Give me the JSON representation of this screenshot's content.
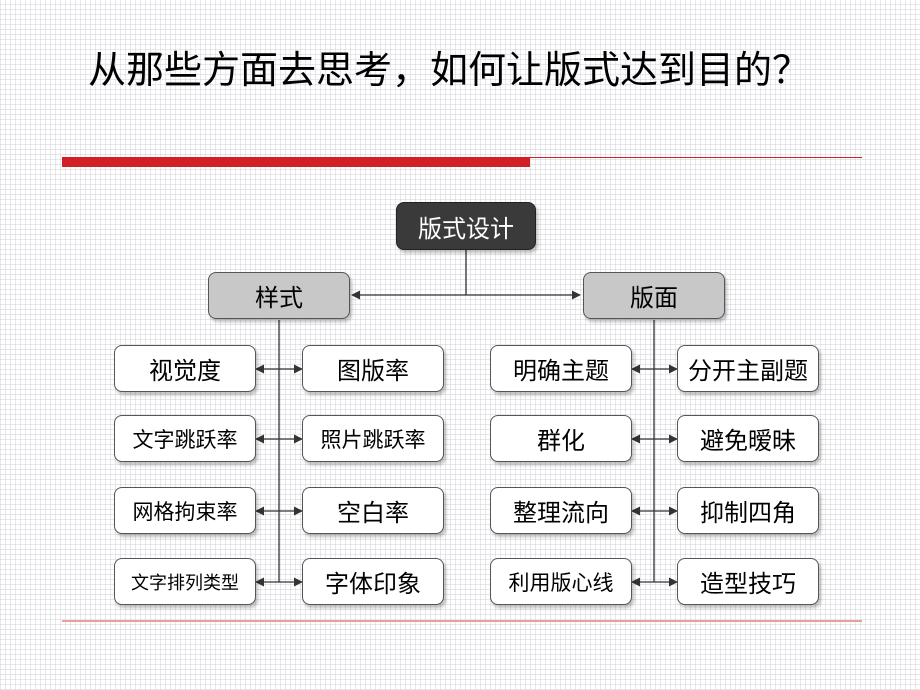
{
  "title": "从那些方面去思考，如何让版式达到目的？",
  "colors": {
    "accent_red": "#d21f26",
    "root_fill": "#3a3a3a",
    "category_fill": "#c8c8c8"
  },
  "root": "版式设计",
  "left": {
    "label": "样式",
    "col1": [
      "视觉度",
      "文字跳跃率",
      "网格拘束率",
      "文字排列类型"
    ],
    "col2": [
      "图版率",
      "照片跳跃率",
      "空白率",
      "字体印象"
    ]
  },
  "right": {
    "label": "版面",
    "col1": [
      "明确主题",
      "群化",
      "整理流向",
      "利用版心线"
    ],
    "col2": [
      "分开主副题",
      "避免暧昧",
      "抑制四角",
      "造型技巧"
    ]
  }
}
